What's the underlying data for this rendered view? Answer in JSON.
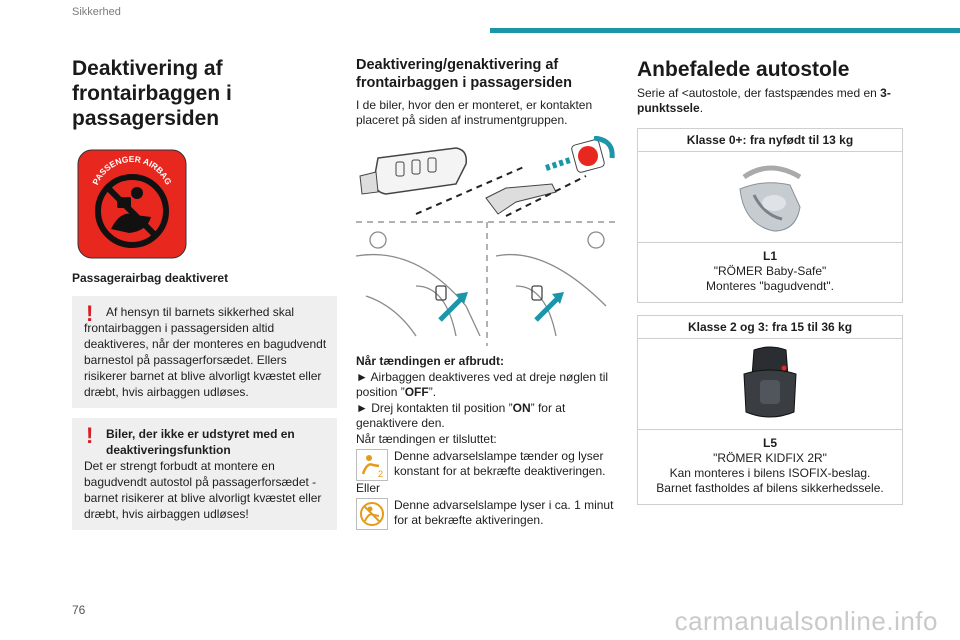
{
  "header": {
    "section": "Sikkerhed"
  },
  "footer": {
    "page_number": "76",
    "watermark": "carmanualsonline.info"
  },
  "colors": {
    "accent": "#1b96a9",
    "warning": "#d41f26",
    "badge_bg": "#e8271f"
  },
  "col1": {
    "title": "Deaktivering af frontairbaggen i passagersiden",
    "badge_text": "PASSENGER AIRBAG",
    "caption": "Passagerairbag deaktiveret",
    "notice1": "Af hensyn til barnets sikkerhed skal frontairbaggen i passagersiden altid deaktiveres, når der monteres en bagudvendt barnestol på passagerforsædet. Ellers risikerer barnet at blive alvorligt kvæstet eller dræbt, hvis airbaggen udløses.",
    "notice2_title": "Biler, der ikke er udstyret med en deaktiveringsfunktion",
    "notice2_body": "Det er strengt forbudt at montere en bagudvendt autostol på passagerforsædet - barnet risikerer at blive alvorligt kvæstet eller dræbt, hvis airbaggen udløses!"
  },
  "col2": {
    "title": "Deaktivering/genaktivering af frontairbaggen i passagersiden",
    "intro": "I de biler, hvor den er monteret, er kontakten placeret på siden af instrumentgruppen.",
    "off_heading": "Når tændingen er afbrudt:",
    "step1_pre": "► Airbaggen deaktiveres ved at dreje nøglen til position ”",
    "step1_key": "OFF",
    "step1_post": "”.",
    "step2_pre": "► Drej kontakten til position ”",
    "step2_key": "ON",
    "step2_post": "” for at genaktivere den.",
    "on_heading": "Når tændingen er tilsluttet:",
    "lamp1": "Denne advarselslampe tænder og lyser konstant for at bekræfte deaktiveringen.",
    "or": "Eller",
    "lamp2": "Denne advarselslampe lyser i ca. 1 minut for at bekræfte aktiveringen."
  },
  "col3": {
    "title": "Anbefalede autostole",
    "intro_pre": "Serie af <autostole, der fastspændes med en ",
    "intro_bold": "3-punktssele",
    "intro_post": ".",
    "seat1": {
      "class": "Klasse 0+: fra nyfødt til 13 kg",
      "code": "L1",
      "name": "\"RÖMER Baby-Safe\"",
      "note": "Monteres \"bagudvendt\"."
    },
    "seat2": {
      "class": "Klasse 2 og 3: fra 15 til 36 kg",
      "code": "L5",
      "name": "\"RÖMER KIDFIX 2R\"",
      "note1": "Kan monteres i bilens ISOFIX-beslag.",
      "note2": "Barnet fastholdes af bilens sikkerhedssele."
    }
  }
}
